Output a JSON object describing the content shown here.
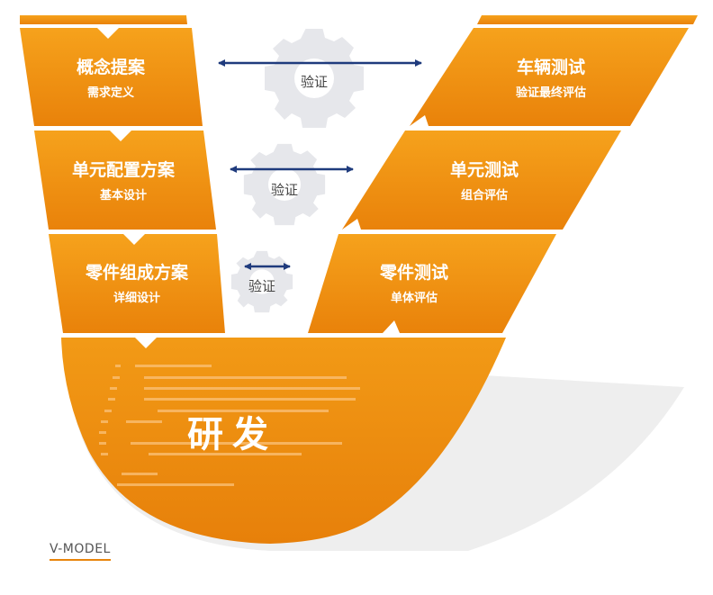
{
  "colors": {
    "orange_light": "#f6a21c",
    "orange_dark": "#e9820a",
    "arrow": "#1f3b7d",
    "gear": "#e6e7eb"
  },
  "left_stages": [
    {
      "title": "概念提案",
      "subtitle": "需求定义"
    },
    {
      "title": "单元配置方案",
      "subtitle": "基本设计"
    },
    {
      "title": "零件组成方案",
      "subtitle": "详细设计"
    }
  ],
  "right_stages": [
    {
      "title": "车辆测试",
      "subtitle": "验证最终评估"
    },
    {
      "title": "单元测试",
      "subtitle": "组合评估"
    },
    {
      "title": "零件测试",
      "subtitle": "单体评估"
    }
  ],
  "verifications": [
    {
      "label": "验证"
    },
    {
      "label": "验证"
    },
    {
      "label": "验证"
    }
  ],
  "core": {
    "label": "研发"
  },
  "legend": {
    "label": "V-MODEL"
  }
}
